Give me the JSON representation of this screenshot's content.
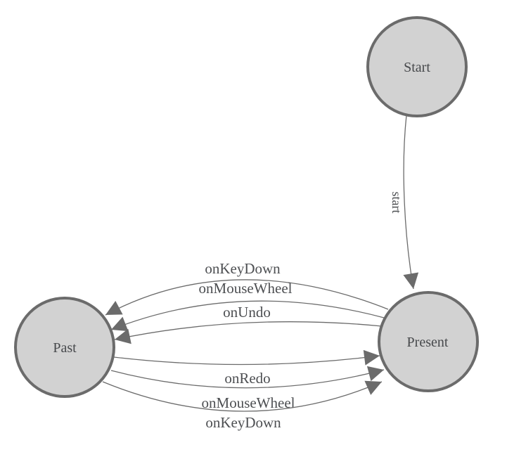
{
  "diagram": {
    "type": "state-machine",
    "background_color": "#ffffff",
    "node_fill_color": "#d2d2d2",
    "line_color": "#6b6b6b",
    "text_color": "#47494c",
    "nodes": [
      {
        "id": "start",
        "label": "Start"
      },
      {
        "id": "past",
        "label": "Past"
      },
      {
        "id": "present",
        "label": "Present"
      }
    ],
    "edges": [
      {
        "from": "Start",
        "to": "Present",
        "label": "start"
      },
      {
        "from": "Present",
        "to": "Past",
        "label": "onKeyDown"
      },
      {
        "from": "Present",
        "to": "Past",
        "label": "onMouseWheel"
      },
      {
        "from": "Present",
        "to": "Past",
        "label": "onUndo"
      },
      {
        "from": "Past",
        "to": "Present",
        "label": "onRedo"
      },
      {
        "from": "Past",
        "to": "Present",
        "label": "onMouseWheel"
      },
      {
        "from": "Past",
        "to": "Present",
        "label": "onKeyDown"
      }
    ]
  }
}
